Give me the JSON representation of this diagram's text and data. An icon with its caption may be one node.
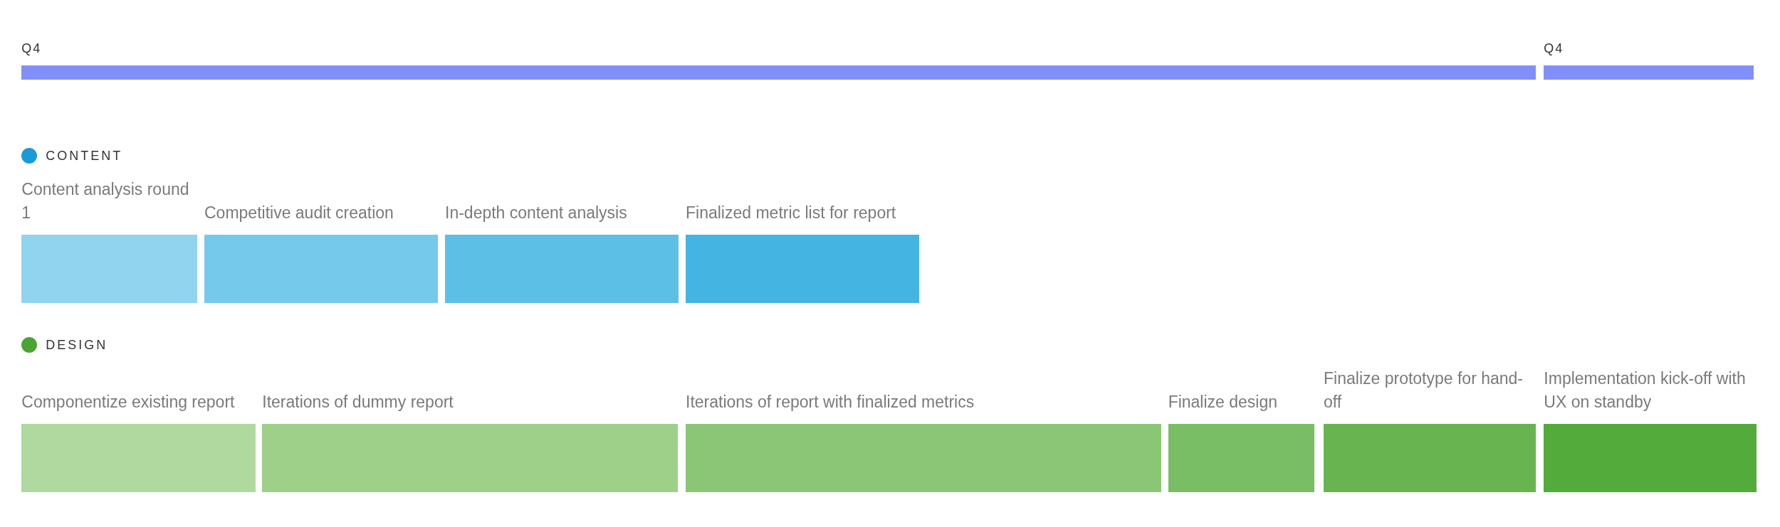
{
  "diagram": {
    "nodes": [
      {
        "text": [
          "Q4"
        ]
      },
      {
        "text": [
          "Q4"
        ]
      },
      {
        "text": [
          "Content analysis round 1"
        ]
      },
      {
        "text": [
          "Competitive audit creation"
        ]
      },
      {
        "text": [
          "In-depth content analysis"
        ]
      },
      {
        "text": [
          "Finalized metric list for report"
        ]
      },
      {
        "text": [
          "Componentize existing report"
        ]
      },
      {
        "text": [
          "Iterations of dummy report"
        ]
      },
      {
        "text": [
          "Iterations of report with finalized metrics"
        ]
      },
      {
        "text": [
          "Finalize design"
        ]
      },
      {
        "text": [
          "Finalize prototype for hand-off"
        ]
      },
      {
        "text": [
          "Implementation kick-off with UX on standby"
        ]
      }
    ],
    "legend": [
      {
        "text": "CONTENT",
        "color": "#1a9ad6"
      },
      {
        "text": "DESIGN",
        "color": "#4aa535"
      }
    ]
  }
}
